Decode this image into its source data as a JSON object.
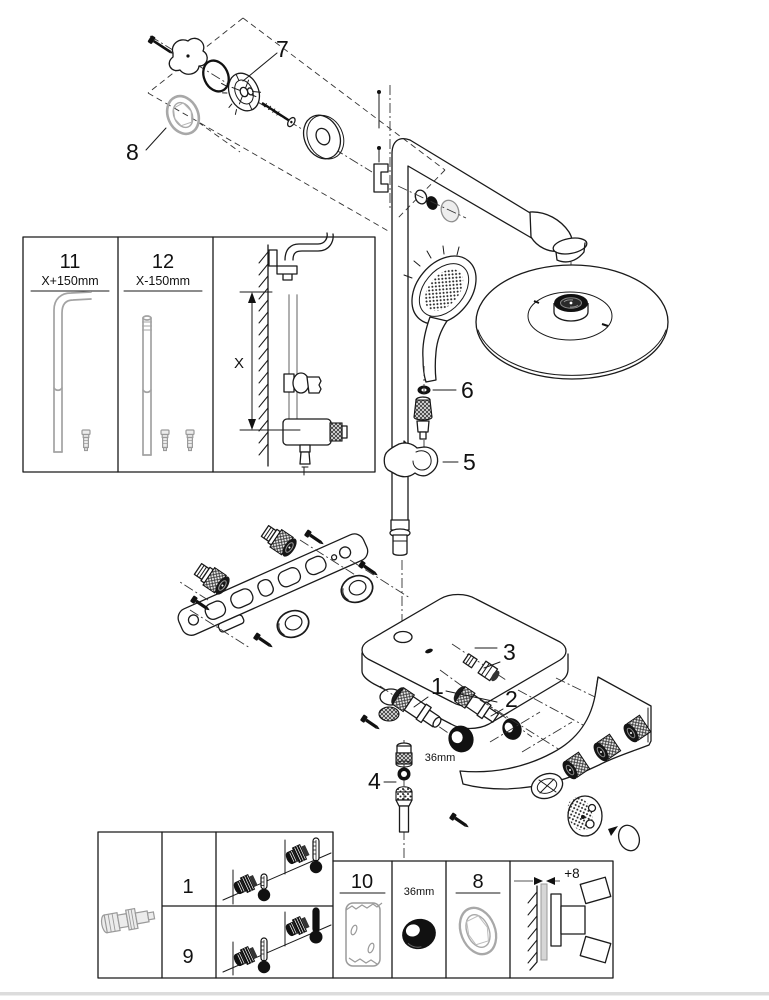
{
  "diagram_title": "shower-system-exploded-parts-diagram",
  "callouts": {
    "one": "1",
    "two": "2",
    "three": "3",
    "four": "4",
    "five": "5",
    "six": "6",
    "seven": "7",
    "eight": "8"
  },
  "annotations": {
    "ring_size": "36mm"
  },
  "inset_box": {
    "item11": {
      "number": "11",
      "length": "X+150mm"
    },
    "item12": {
      "number": "12",
      "length": "X-150mm"
    },
    "height_dimension": "X"
  },
  "parts_table": {
    "row_standard": "1",
    "row_reversed": "9",
    "sleeve": "10",
    "ring_size": "36mm",
    "seal": "8",
    "wall_offset": "+8"
  },
  "colors": {
    "line": "#1a1a1a",
    "grey_part": "#a3a3a3",
    "black_fill": "#111111",
    "footer_rule": "#dcdcdc",
    "background": "#ffffff"
  }
}
